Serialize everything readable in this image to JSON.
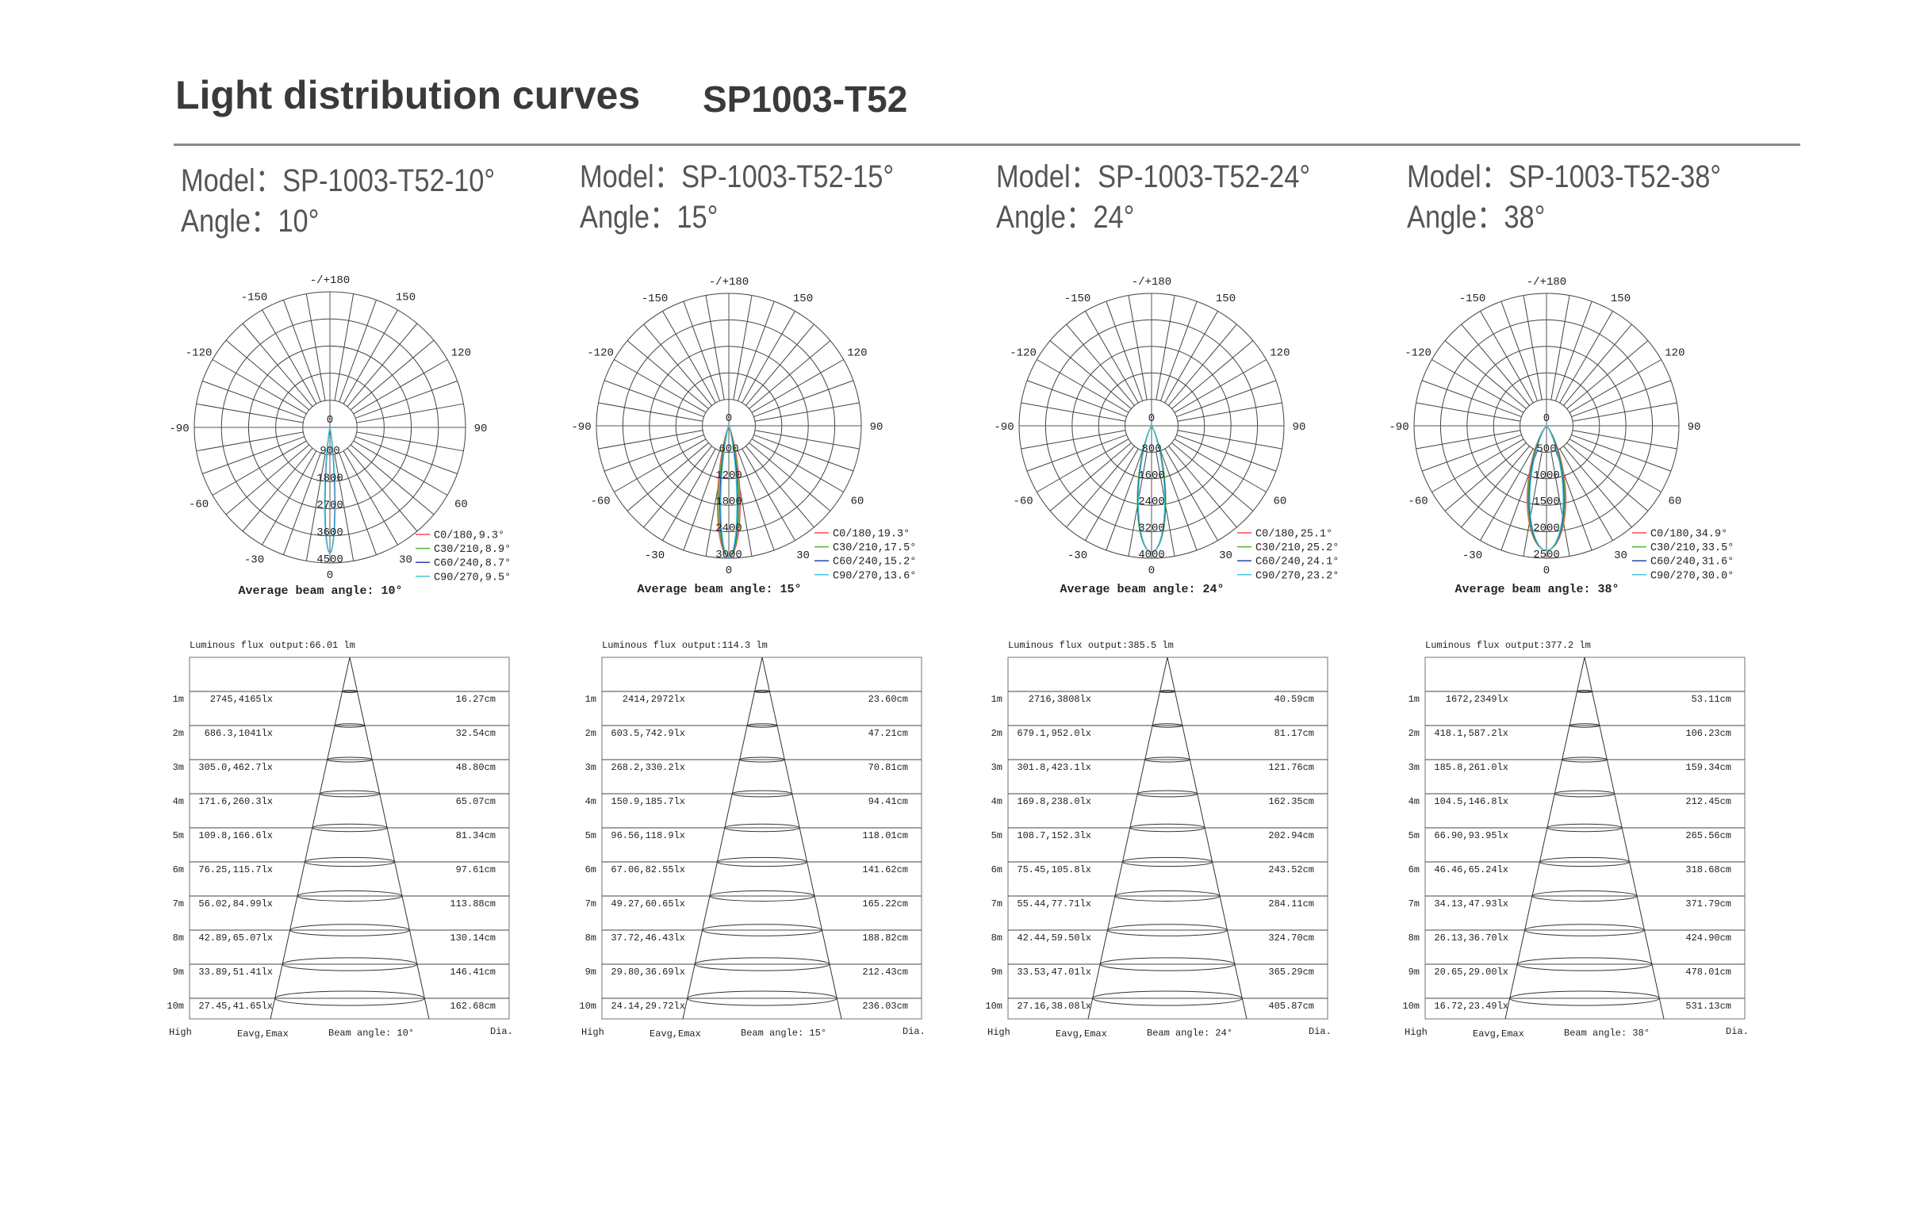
{
  "header": {
    "title": "Light distribution curves",
    "product": "SP1003-T52"
  },
  "panels": [
    {
      "model": "Model：SP-1003-T52-10°",
      "angle": "Angle：10°"
    },
    {
      "model": "Model：SP-1003-T52-15°",
      "angle": "Angle：15°"
    },
    {
      "model": "Model：SP-1003-T52-24°",
      "angle": "Angle：24°"
    },
    {
      "model": "Model：SP-1003-T52-38°",
      "angle": "Angle：38°"
    }
  ],
  "colors": {
    "C0/180": "#ff4a4a",
    "C30/210": "#55b530",
    "C60/240": "#2244b0",
    "C90/270": "#45c8d8"
  },
  "angle_ticks": [
    {
      "deg": 180,
      "label": "-/+180"
    },
    {
      "deg": -150,
      "label": "-150"
    },
    {
      "deg": 150,
      "label": "150"
    },
    {
      "deg": -120,
      "label": "-120"
    },
    {
      "deg": 120,
      "label": "120"
    },
    {
      "deg": -90,
      "label": "-90"
    },
    {
      "deg": 90,
      "label": "90"
    },
    {
      "deg": -60,
      "label": "-60"
    },
    {
      "deg": 60,
      "label": "60"
    },
    {
      "deg": -30,
      "label": "-30"
    },
    {
      "deg": 30,
      "label": "30"
    },
    {
      "deg": 0,
      "label": "0"
    }
  ],
  "chart_data": [
    {
      "type": "polar",
      "unit": "cd",
      "radial_ticks": [
        "0",
        "900",
        "1800",
        "2700",
        "3600",
        "4500"
      ],
      "rmax": 4500,
      "peak": 4165,
      "series": [
        {
          "name": "C0/180",
          "beam_angle": 9.3,
          "label": "C0/180,9.3°"
        },
        {
          "name": "C30/210",
          "beam_angle": 8.9,
          "label": "C30/210,8.9°"
        },
        {
          "name": "C60/240",
          "beam_angle": 8.7,
          "label": "C60/240,8.7°"
        },
        {
          "name": "C90/270",
          "beam_angle": 9.5,
          "label": "C90/270,9.5°"
        }
      ],
      "caption": "Average beam angle: 10°"
    },
    {
      "type": "polar",
      "unit": "cd",
      "radial_ticks": [
        "0",
        "600",
        "1200",
        "1800",
        "2400",
        "3000"
      ],
      "rmax": 3000,
      "peak": 2972,
      "series": [
        {
          "name": "C0/180",
          "beam_angle": 19.3,
          "label": "C0/180,19.3°"
        },
        {
          "name": "C30/210",
          "beam_angle": 17.5,
          "label": "C30/210,17.5°"
        },
        {
          "name": "C60/240",
          "beam_angle": 15.2,
          "label": "C60/240,15.2°"
        },
        {
          "name": "C90/270",
          "beam_angle": 13.6,
          "label": "C90/270,13.6°"
        }
      ],
      "caption": "Average beam angle: 15°"
    },
    {
      "type": "polar",
      "unit": "cd",
      "radial_ticks": [
        "0",
        "800",
        "1600",
        "2400",
        "3200",
        "4000"
      ],
      "rmax": 4000,
      "peak": 3808,
      "series": [
        {
          "name": "C0/180",
          "beam_angle": 25.1,
          "label": "C0/180,25.1°"
        },
        {
          "name": "C30/210",
          "beam_angle": 25.2,
          "label": "C30/210,25.2°"
        },
        {
          "name": "C60/240",
          "beam_angle": 24.1,
          "label": "C60/240,24.1°"
        },
        {
          "name": "C90/270",
          "beam_angle": 23.2,
          "label": "C90/270,23.2°"
        }
      ],
      "caption": "Average beam angle: 24°"
    },
    {
      "type": "polar",
      "unit": "cd",
      "radial_ticks": [
        "0",
        "500",
        "1000",
        "1500",
        "2000",
        "2500"
      ],
      "rmax": 2500,
      "peak": 2349,
      "series": [
        {
          "name": "C0/180",
          "beam_angle": 34.9,
          "label": "C0/180,34.9°"
        },
        {
          "name": "C30/210",
          "beam_angle": 33.5,
          "label": "C30/210,33.5°"
        },
        {
          "name": "C60/240",
          "beam_angle": 31.6,
          "label": "C60/240,31.6°"
        },
        {
          "name": "C90/270",
          "beam_angle": 30.0,
          "label": "C90/270,30.0°"
        }
      ],
      "caption": "Average beam angle: 38°"
    },
    {
      "type": "table",
      "flux": "Luminous flux output:66.01 lm",
      "footer": [
        "High",
        "Eavg,Emax",
        "Beam angle: 10°",
        "Dia."
      ],
      "rows": [
        [
          "1m",
          "2745,4165lx",
          "16.27cm"
        ],
        [
          "2m",
          "686.3,1041lx",
          "32.54cm"
        ],
        [
          "3m",
          "305.0,462.7lx",
          "48.80cm"
        ],
        [
          "4m",
          "171.6,260.3lx",
          "65.07cm"
        ],
        [
          "5m",
          "109.8,166.6lx",
          "81.34cm"
        ],
        [
          "6m",
          "76.25,115.7lx",
          "97.61cm"
        ],
        [
          "7m",
          "56.02,84.99lx",
          "113.88cm"
        ],
        [
          "8m",
          "42.89,65.07lx",
          "130.14cm"
        ],
        [
          "9m",
          "33.89,51.41lx",
          "146.41cm"
        ],
        [
          "10m",
          "27.45,41.65lx",
          "162.68cm"
        ]
      ]
    },
    {
      "type": "table",
      "flux": "Luminous flux output:114.3 lm",
      "footer": [
        "High",
        "Eavg,Emax",
        "Beam angle: 15°",
        "Dia."
      ],
      "rows": [
        [
          "1m",
          "2414,2972lx",
          "23.60cm"
        ],
        [
          "2m",
          "603.5,742.9lx",
          "47.21cm"
        ],
        [
          "3m",
          "268.2,330.2lx",
          "70.81cm"
        ],
        [
          "4m",
          "150.9,185.7lx",
          "94.41cm"
        ],
        [
          "5m",
          "96.56,118.9lx",
          "118.01cm"
        ],
        [
          "6m",
          "67.06,82.55lx",
          "141.62cm"
        ],
        [
          "7m",
          "49.27,60.65lx",
          "165.22cm"
        ],
        [
          "8m",
          "37.72,46.43lx",
          "188.82cm"
        ],
        [
          "9m",
          "29.80,36.69lx",
          "212.43cm"
        ],
        [
          "10m",
          "24.14,29.72lx",
          "236.03cm"
        ]
      ]
    },
    {
      "type": "table",
      "flux": "Luminous flux output:385.5 lm",
      "footer": [
        "High",
        "Eavg,Emax",
        "Beam angle: 24°",
        "Dia."
      ],
      "rows": [
        [
          "1m",
          "2716,3808lx",
          "40.59cm"
        ],
        [
          "2m",
          "679.1,952.0lx",
          "81.17cm"
        ],
        [
          "3m",
          "301.8,423.1lx",
          "121.76cm"
        ],
        [
          "4m",
          "169.8,238.0lx",
          "162.35cm"
        ],
        [
          "5m",
          "108.7,152.3lx",
          "202.94cm"
        ],
        [
          "6m",
          "75.45,105.8lx",
          "243.52cm"
        ],
        [
          "7m",
          "55.44,77.71lx",
          "284.11cm"
        ],
        [
          "8m",
          "42.44,59.50lx",
          "324.70cm"
        ],
        [
          "9m",
          "33.53,47.01lx",
          "365.29cm"
        ],
        [
          "10m",
          "27.16,38.08lx",
          "405.87cm"
        ]
      ]
    },
    {
      "type": "table",
      "flux": "Luminous flux output:377.2 lm",
      "footer": [
        "High",
        "Eavg,Emax",
        "Beam angle: 38°",
        "Dia."
      ],
      "rows": [
        [
          "1m",
          "1672,2349lx",
          "53.11cm"
        ],
        [
          "2m",
          "418.1,587.2lx",
          "106.23cm"
        ],
        [
          "3m",
          "185.8,261.0lx",
          "159.34cm"
        ],
        [
          "4m",
          "104.5,146.8lx",
          "212.45cm"
        ],
        [
          "5m",
          "66.90,93.95lx",
          "265.56cm"
        ],
        [
          "6m",
          "46.46,65.24lx",
          "318.68cm"
        ],
        [
          "7m",
          "34.13,47.93lx",
          "371.79cm"
        ],
        [
          "8m",
          "26.13,36.70lx",
          "424.90cm"
        ],
        [
          "9m",
          "20.65,29.00lx",
          "478.01cm"
        ],
        [
          "10m",
          "16.72,23.49lx",
          "531.13cm"
        ]
      ]
    }
  ]
}
